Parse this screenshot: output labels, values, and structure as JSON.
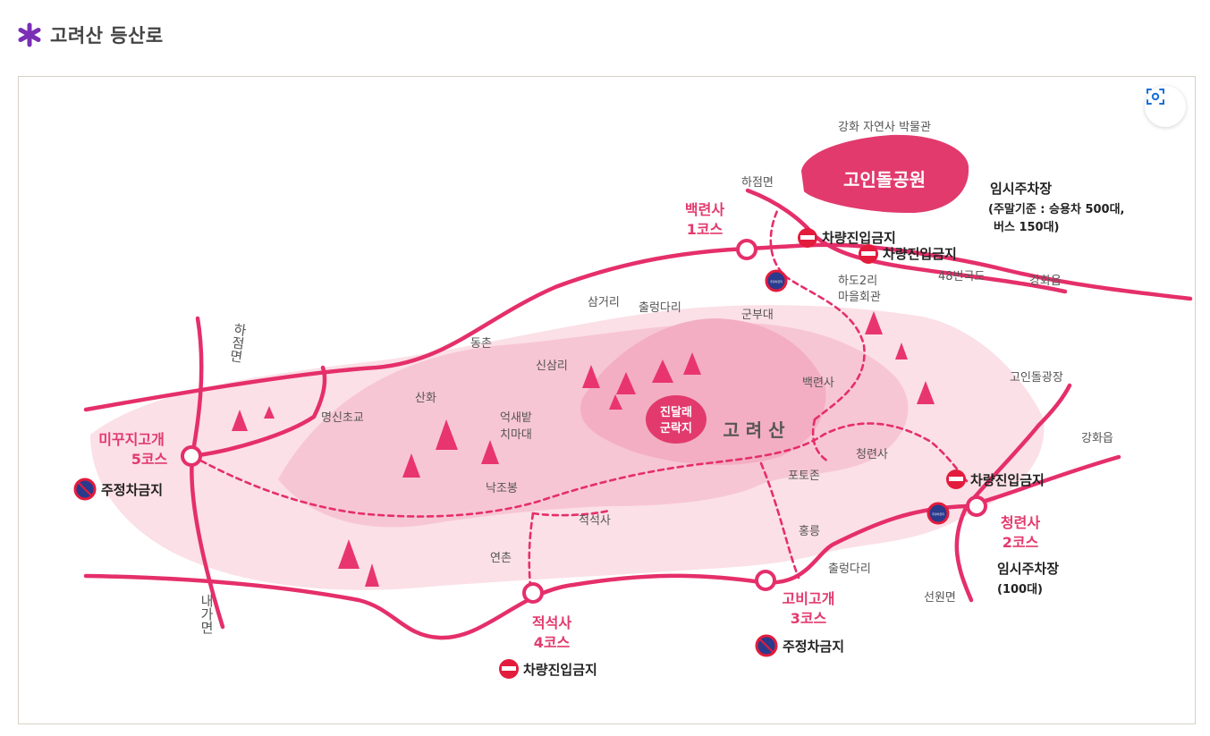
{
  "page": {
    "title": "고려산 등산로"
  },
  "colors": {
    "accent": "#e8336b",
    "title_star": "#7a2fb5",
    "park": "#e23a6d",
    "no_entry": "#e31c3d",
    "no_parking_blue": "#2a3a8c"
  },
  "map": {
    "top_labels": {
      "museum": "강화 자연사 박물관",
      "park": "고인돌공원"
    },
    "parking_north": {
      "title": "임시주차장",
      "line1": "(주말기준 : 승용차 500대,",
      "line2": "버스 150대)"
    },
    "parking_east": {
      "title": "임시주차장",
      "line1": "(100대)"
    },
    "courses": {
      "c1": {
        "name": "백련사",
        "num": "1코스"
      },
      "c2": {
        "name": "청련사",
        "num": "2코스"
      },
      "c3": {
        "name": "고비고개",
        "num": "3코스"
      },
      "c4": {
        "name": "적석사",
        "num": "4코스"
      },
      "c5": {
        "name": "미꾸지고개",
        "num": "5코스"
      }
    },
    "restrictions": {
      "no_entry_1": "차량진입금지",
      "no_entry_2": "차량진입금지",
      "no_entry_3": "차량진입금지",
      "no_entry_4": "차량진입금지",
      "no_parking_1": "주정차금지",
      "no_parking_2": "주정차금지"
    },
    "places": {
      "hajeom_top": "하점면",
      "route48": "48번국도",
      "ganghwa_ne": "강화읍",
      "hado_1": "하도2리",
      "hado_2": "마을회관",
      "gunbudae": "군부대",
      "chulreong_n": "출렁다리",
      "samgeori": "삼거리",
      "dongchon": "동촌",
      "sinsamri": "신삼리",
      "sanhwa": "산화",
      "myeongsin": "명신초교",
      "eoksae_1": "억새밭",
      "eoksae_2": "치마대",
      "jindallae_1": "진달래",
      "jindallae_2": "군락지",
      "mountain": "고 려 산",
      "baengnyeonsa": "백련사",
      "cheongnyeonsa": "청련사",
      "potojon": "포토존",
      "hongneung": "홍릉",
      "chulreong_s": "출렁다리",
      "nakjobong": "낙조봉",
      "jeokseoksa": "적석사",
      "yeonchon": "연촌",
      "goindol_square": "고인돌광장",
      "ganghwa_e": "강화읍",
      "seonwon": "선원면",
      "hajeom_west": "하점면",
      "naega": "내가면"
    },
    "sign_tiny": "주정차금지"
  }
}
